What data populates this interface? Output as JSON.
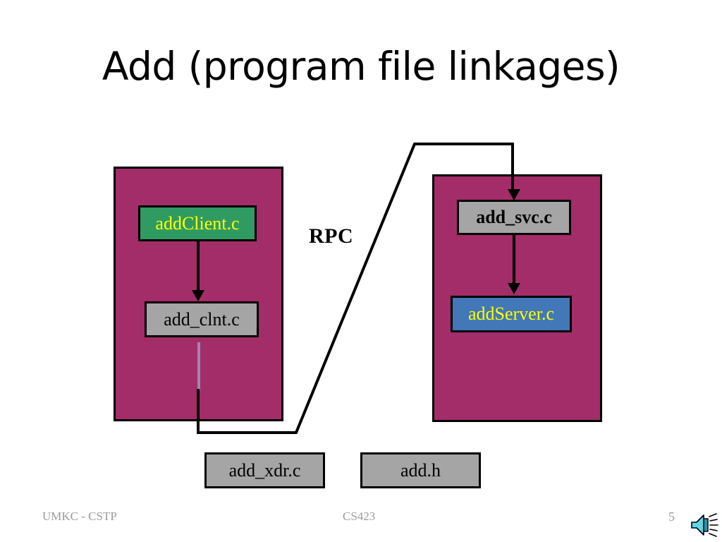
{
  "slide": {
    "title": "Add (program file linkages)",
    "background_color": "#FFFFFF"
  },
  "diagram": {
    "panels": [
      {
        "name": "client-process",
        "fill": "#A32D68",
        "stroke": "#000000"
      },
      {
        "name": "server-process",
        "fill": "#A32D68",
        "stroke": "#000000"
      }
    ],
    "boxes": [
      {
        "label": "addClient.c",
        "fill": "#2F9B63",
        "text_color": "#FFFF00",
        "bold": false
      },
      {
        "label": "add_clnt.c",
        "fill": "#A5A5A5",
        "text_color": "#000000",
        "bold": false
      },
      {
        "label": "add_svc.c",
        "fill": "#A5A5A5",
        "text_color": "#000000",
        "bold": true
      },
      {
        "label": "addServer.c",
        "fill": "#4278B8",
        "text_color": "#FFFF00",
        "bold": false
      },
      {
        "label": "add_xdr.c",
        "fill": "#A5A5A5",
        "text_color": "#000000",
        "bold": false
      },
      {
        "label": "add.h",
        "fill": "#A5A5A5",
        "text_color": "#000000",
        "bold": false
      }
    ],
    "rpc_label": "RPC",
    "connector_color": "#000000",
    "stub_line_color": "#9B89B0"
  },
  "footer": {
    "left": "UMKC - CSTP",
    "center": "CS423",
    "page_number": "5",
    "text_color": "#9C9C9C",
    "sound_icon": "speaker-icon"
  }
}
